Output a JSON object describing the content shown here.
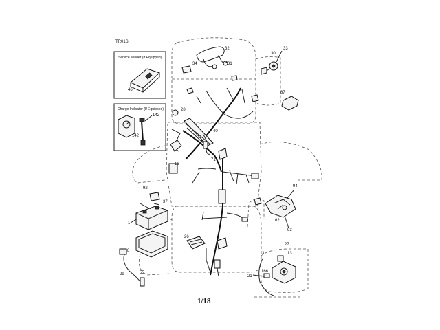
{
  "diagram_code": "TR01S",
  "page_number": "1/18",
  "boxes": {
    "service_minder": "Service Minder (If Equipped)",
    "charge_indicator": "Charge Indicator (If Equipped)"
  },
  "callouts": {
    "c46": "46",
    "c142a": "142",
    "c142b": "142",
    "c34": "34",
    "c32": "32",
    "c31": "31",
    "c30": "30",
    "c33": "33",
    "c87": "87",
    "c28": "28",
    "c40": "40",
    "c16": "16",
    "c71": "71",
    "c92": "92",
    "c37": "37",
    "c1": "1",
    "c8": "8",
    "c29": "29",
    "c26": "26",
    "c55": "55",
    "c94": "94",
    "c62": "62",
    "c93": "93",
    "c27": "27",
    "c13": "13",
    "c3": "3",
    "c166": "166",
    "c21": "21"
  }
}
